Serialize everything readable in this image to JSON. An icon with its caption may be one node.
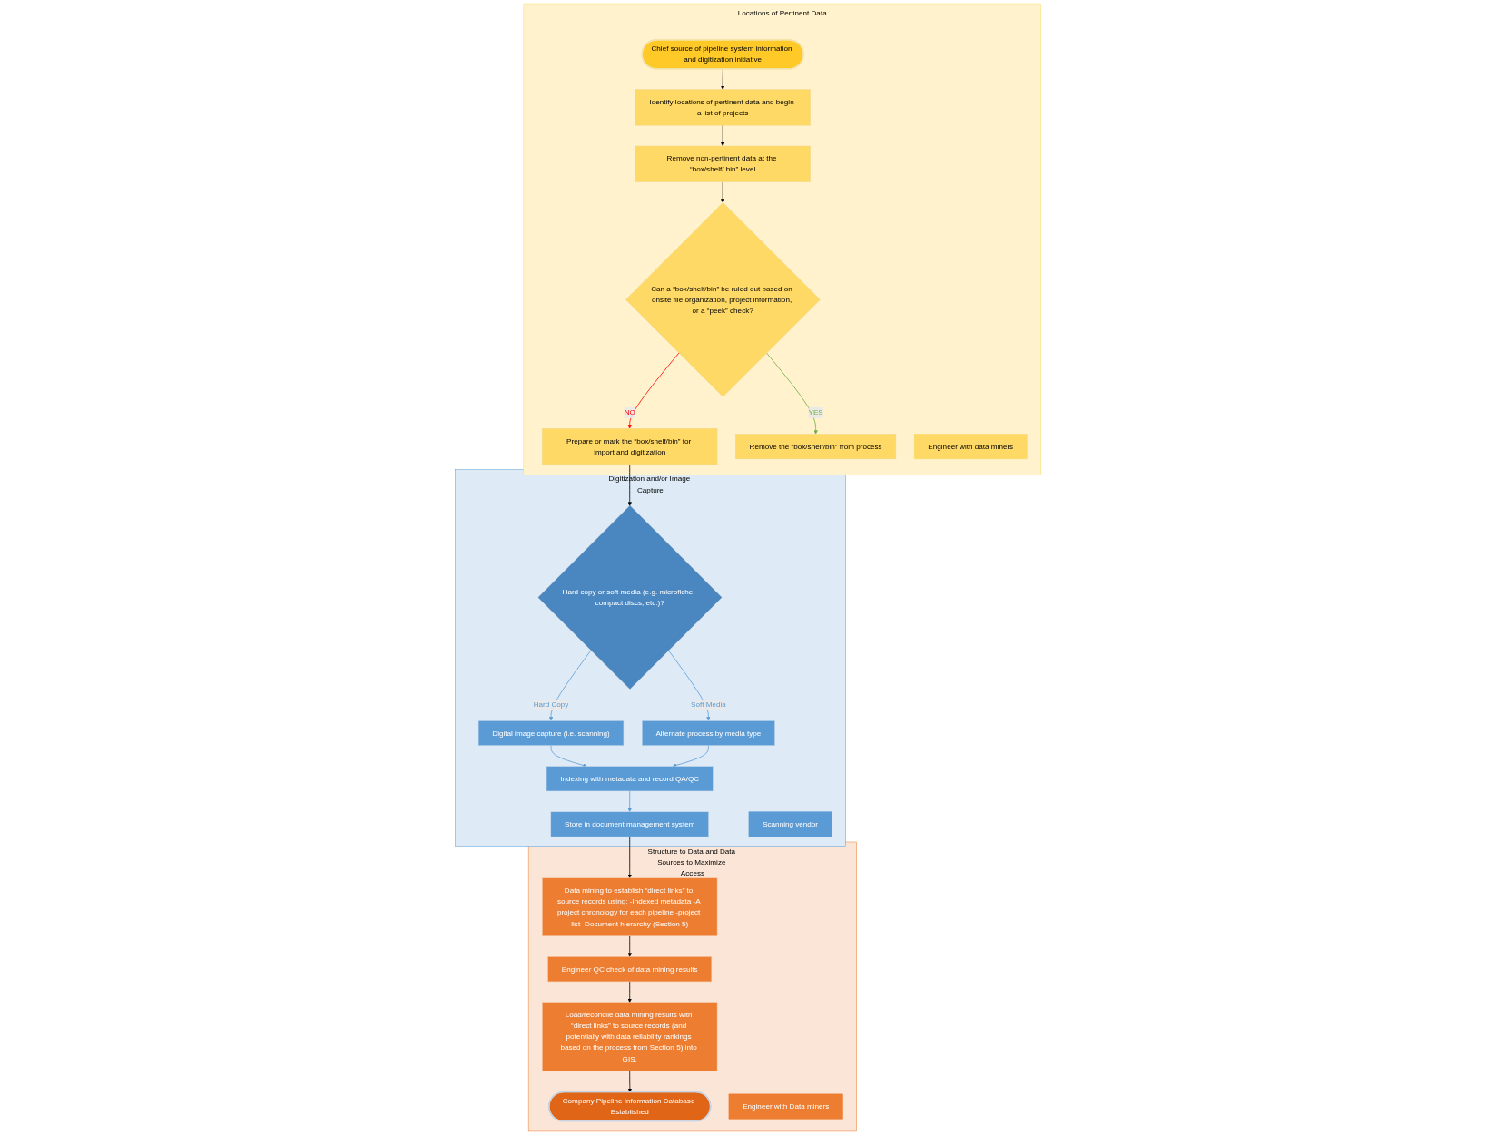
{
  "diagram": {
    "nodes": [
      {
        "text": [
          "Locations of Pertinent Data"
        ]
      },
      {
        "text": [
          "Chief source of pipeline system information and digitization initiative"
        ],
        "in": 0
      },
      {
        "text": [
          "Identify locations of pertinent data and begin a list of projects"
        ],
        "in": 0
      },
      {
        "text": [
          "Remove non-pertinent data at the “box/shelf/ bin” level"
        ],
        "in": 0
      },
      {
        "text": [
          "Can a “box/shelf/bin” be ruled out based on onsite file organization, project information, or a “peek” check?"
        ],
        "in": 0
      },
      {
        "text": [
          "Prepare or mark the “box/shelf/bin” for import and digitization"
        ],
        "in": 0
      },
      {
        "text": [
          "Remove the “box/shelf/bin” from process"
        ],
        "in": 0
      },
      {
        "text": [
          "Engineer with data miners"
        ],
        "in": 0
      },
      {
        "text": [
          "Digitization and/or Image Capture"
        ]
      },
      {
        "text": [
          "Hard copy or soft media (e.g. microfiche, compact discs, etc.)?"
        ],
        "in": 8
      },
      {
        "text": [
          "Digital image capture (i.e. scanning)"
        ],
        "in": 8
      },
      {
        "text": [
          "Alternate process by media type"
        ],
        "in": 8
      },
      {
        "text": [
          "Indexing with metadata and record QA/QC"
        ],
        "in": 8
      },
      {
        "text": [
          "Store in document management system"
        ],
        "in": 8
      },
      {
        "text": [
          "Scanning vendor"
        ],
        "in": 8
      },
      {
        "text": [
          "Structure to Data and Data Sources to Maximize Access"
        ]
      },
      {
        "text": [
          "Data mining to establish “direct links” to source records using: -Indexed metadata -A project chronology for each pipeline -project list -Document hierarchy (Section 5)"
        ],
        "in": 15
      },
      {
        "text": [
          "Engineer QC check of data mining results"
        ],
        "in": 15
      },
      {
        "text": [
          "Load/reconcile data mining results with “direct links” to source records (and potentially with data reliability rankings based on the process from Section 5) into GIS."
        ],
        "in": 15
      },
      {
        "text": [
          "Company Pipeline Information Database Established"
        ],
        "in": 15
      },
      {
        "text": [
          "Engineer with Data miners"
        ],
        "in": 15
      }
    ],
    "edges": [
      {
        "from": 1,
        "to": 2,
        "arrow": "to"
      },
      {
        "from": 2,
        "to": 3,
        "arrow": "to"
      },
      {
        "from": 3,
        "to": 4,
        "arrow": "to"
      },
      {
        "from": 4,
        "to": 5,
        "arrow": "to",
        "label": "NO",
        "color": "#ff0000"
      },
      {
        "from": 4,
        "to": 6,
        "arrow": "to",
        "label": "YES",
        "color": "#70ad47"
      },
      {
        "from": 5,
        "to": 9,
        "arrow": "to"
      },
      {
        "from": 9,
        "to": 10,
        "arrow": "to",
        "label": "Hard Copy",
        "color": "#5b9bd5"
      },
      {
        "from": 9,
        "to": 11,
        "arrow": "to",
        "label": "Soft Media",
        "color": "#5b9bd5"
      },
      {
        "from": 10,
        "to": 12,
        "arrow": "to",
        "color": "#5b9bd5"
      },
      {
        "from": 11,
        "to": 12,
        "arrow": "to",
        "color": "#5b9bd5"
      },
      {
        "from": 12,
        "to": 13,
        "arrow": "to",
        "color": "#5b9bd5"
      },
      {
        "from": 13,
        "to": 16,
        "arrow": "to"
      },
      {
        "from": 16,
        "to": 17,
        "arrow": "to"
      },
      {
        "from": 17,
        "to": 18,
        "arrow": "to"
      },
      {
        "from": 18,
        "to": 19,
        "arrow": "to"
      }
    ]
  }
}
